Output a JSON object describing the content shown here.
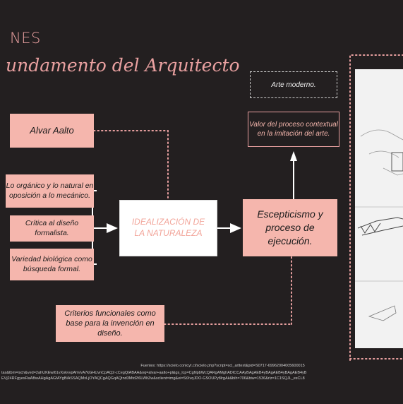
{
  "header": {
    "title_fragment": "NES",
    "subtitle": "undamento del Arquitecto"
  },
  "boxes": {
    "architect": "Alvar Aalto",
    "organic": "Lo orgánico y lo natural en oposición a lo mecánico.",
    "critique": "Crítica al diseño formalista.",
    "variety": "Variedad biológica como búsqueda formal.",
    "idealization": "IDEALIZACIÓN DE LA NATURALEZA",
    "skepticism": "Escepticismo y proceso de ejecución.",
    "value": "Valor del proceso contextual en la imitación del arte.",
    "modern_art": "Arte moderno.",
    "criteria": "Criterios funcionales como base para la invención en diseño."
  },
  "footer": {
    "sources": "Fuentes: https://scielo.conicyt.cl/scielo.php?script=sci_arttext&pid=S0717-69962004005600015",
    "url_line_1": "tas&tbm=isch&ved=2ahUKEwi61vXokvvpAhVvA7kGHUvnCpAQ2-cCegQIABAA&oq=alvar+aalto+pl&gs_lcp=CgNpbWcQARgAMgIIADICCAAyBAgAEB4yBAgAEB4yBAgAEB4yB",
    "url_line_2": "EVj24RFgyesRaABwAHgAgAGfAYgBiASSAQMxLjOYAQCgAQGqAQtnd3Mtd2l6LWltZw&sclient=img&ei=StXvqJDO-GSOUPy8lrgAk&bih=706&biw=1536&rlz=1C1SQJL_esCL8"
  },
  "colors": {
    "pink": "#f5b6ad",
    "background": "#231f20",
    "accent": "#e9a0a0"
  }
}
